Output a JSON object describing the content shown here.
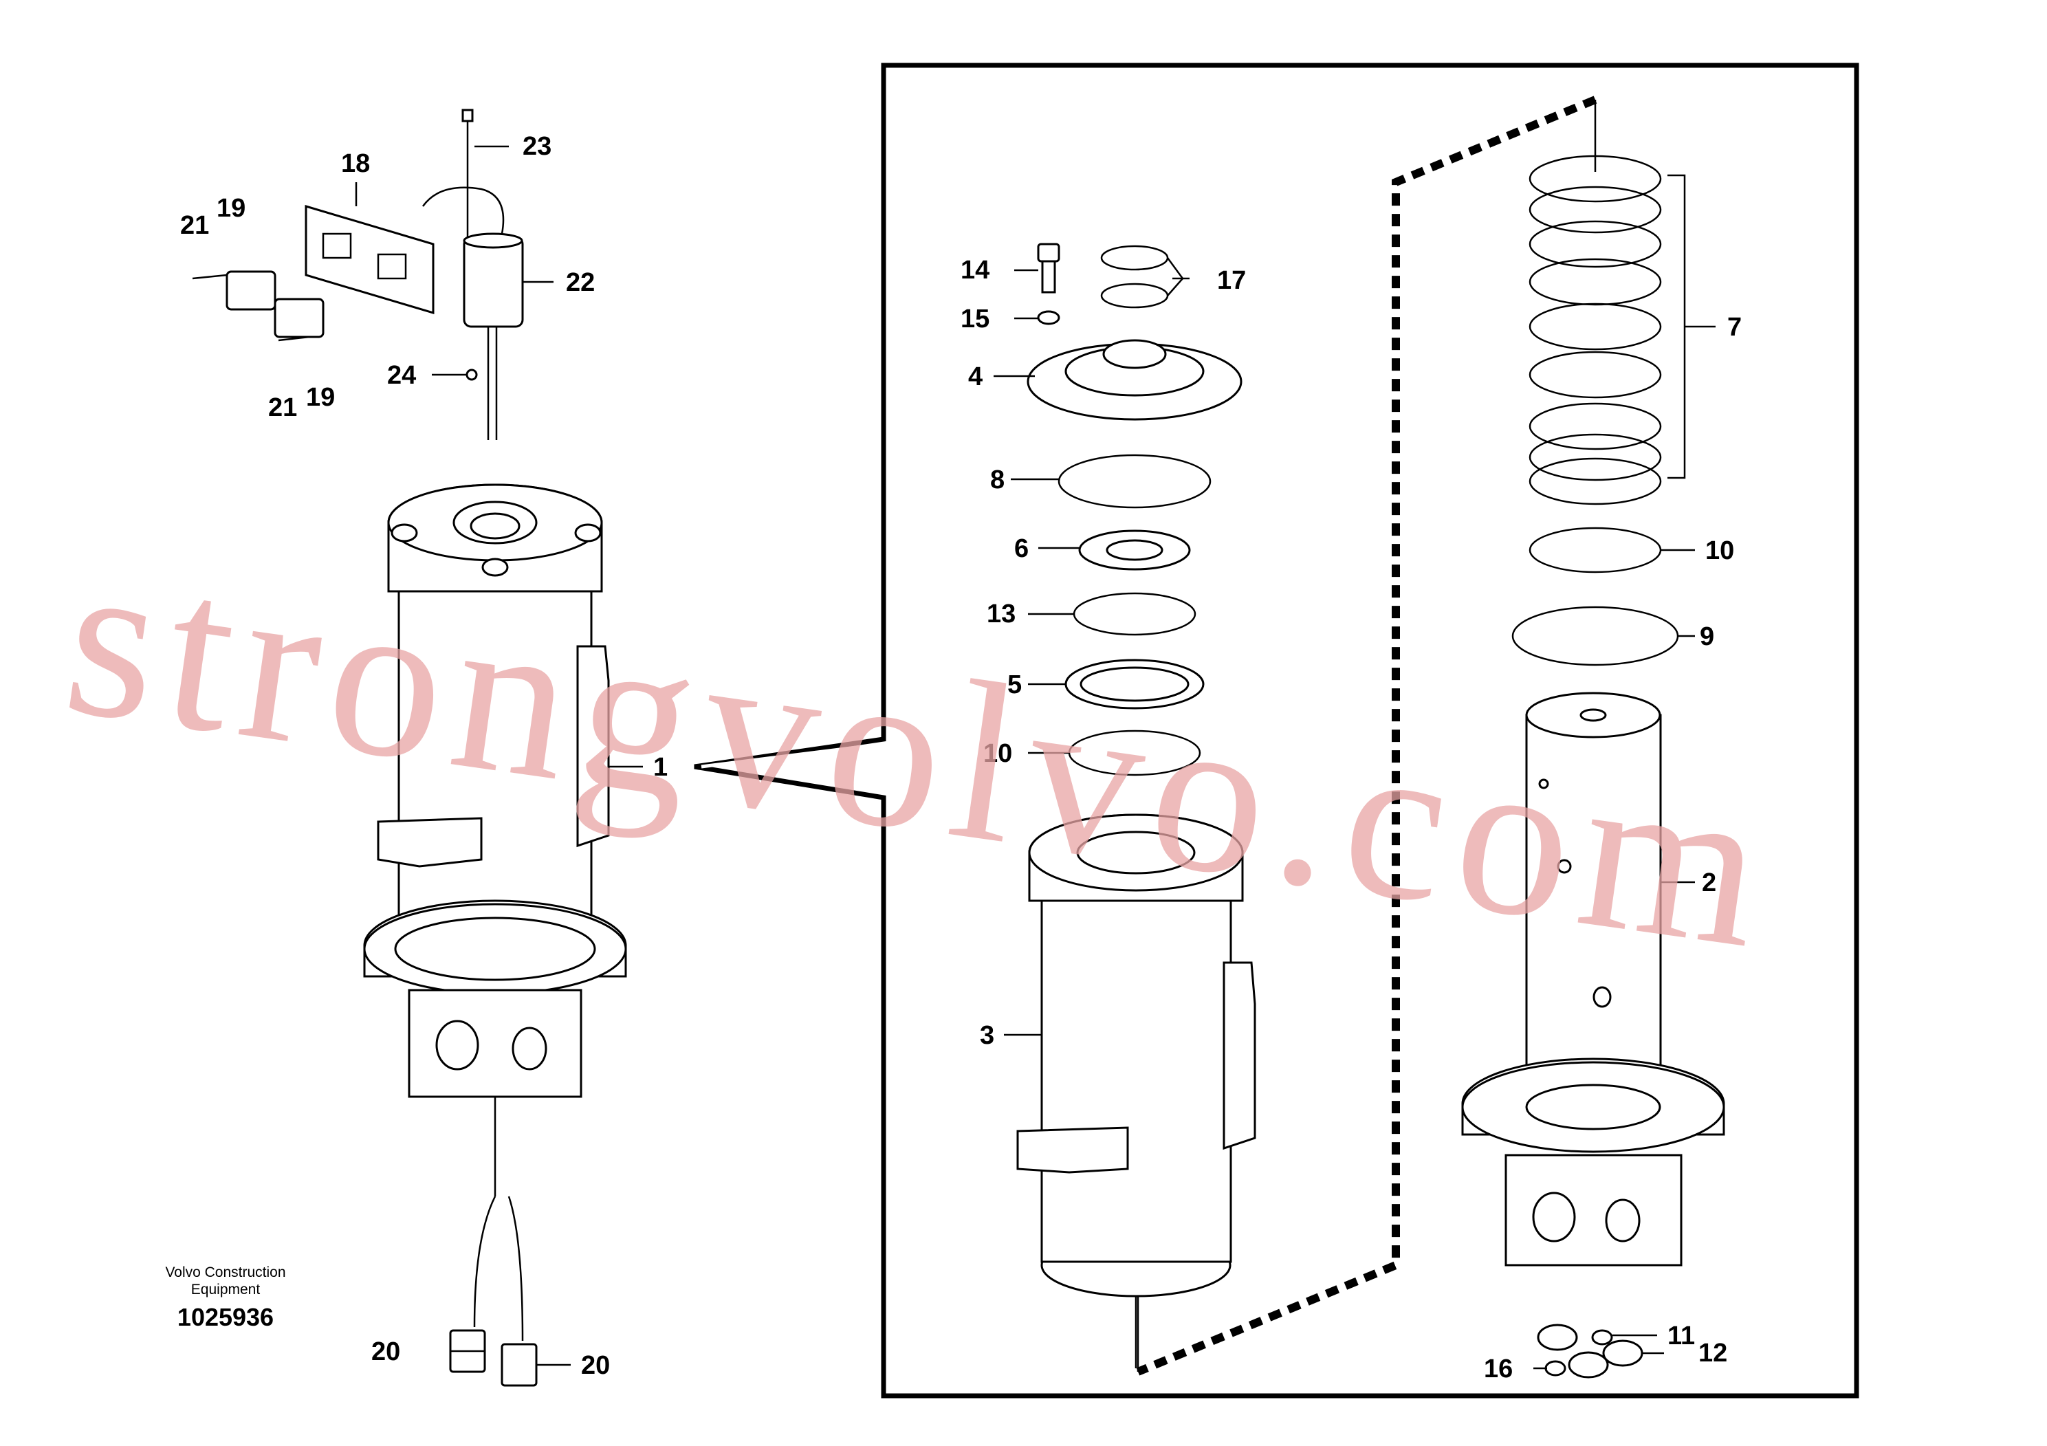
{
  "callouts": {
    "c1": "1",
    "c2": "2",
    "c3": "3",
    "c4": "4",
    "c5": "5",
    "c6": "6",
    "c7": "7",
    "c8": "8",
    "c9": "9",
    "c10a": "10",
    "c10b": "10",
    "c11": "11",
    "c12": "12",
    "c13": "13",
    "c14": "14",
    "c15": "15",
    "c16": "16",
    "c17": "17",
    "c18": "18",
    "c19a": "19",
    "c19b": "19",
    "c20a": "20",
    "c20b": "20",
    "c21a": "21",
    "c21b": "21",
    "c22": "22",
    "c23": "23",
    "c24": "24"
  },
  "caption": {
    "line1": "Volvo Construction",
    "line2": "Equipment",
    "number": "1025936"
  },
  "watermark": "strongvolvo.com"
}
